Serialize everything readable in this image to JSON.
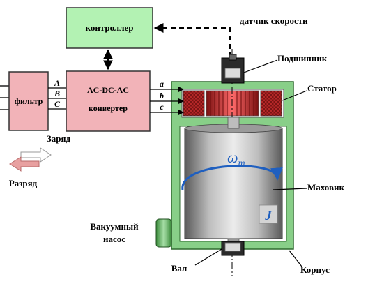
{
  "blocks": {
    "controller": "контроллер",
    "filter": "фильтр",
    "converter_line1": "AC-DC-AC",
    "converter_line2": "конвертер"
  },
  "phases_in": [
    "A",
    "B",
    "C"
  ],
  "phases_out": [
    "a",
    "b",
    "c"
  ],
  "labels": {
    "speed_sensor": "датчик скорости",
    "bearing": "Подшипник",
    "stator": "Статор",
    "flywheel": "Маховик",
    "vacuum_pump_line1": "Вакуумный",
    "vacuum_pump_line2": "насос",
    "shaft": "Вал",
    "housing": "Корпус",
    "charge": "Заряд",
    "discharge": "Разряд",
    "omega_symbol": "ω",
    "omega_sub": "m",
    "inertia_symbol": "J"
  },
  "colors": {
    "controller_fill": "#b3f2b3",
    "converter_fill": "#f2b3b8",
    "housing_fill": "#88cf88",
    "rotor_red": "#d93030",
    "stator_coil": "#8a1a1a",
    "accent_blue": "#1f5fbf",
    "arrow_pink": "#e8a0a0"
  }
}
